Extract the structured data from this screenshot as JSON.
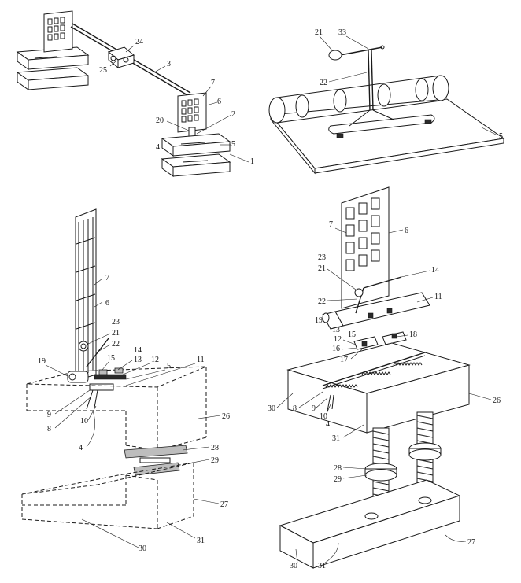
{
  "figures": [
    {
      "id": "fig-top-left",
      "labels": [
        "24",
        "25",
        "3",
        "7",
        "6",
        "2",
        "20",
        "4",
        "5",
        "1"
      ]
    },
    {
      "id": "fig-top-right",
      "labels": [
        "21",
        "33",
        "22",
        "5"
      ]
    },
    {
      "id": "fig-bottom-left",
      "labels": [
        "7",
        "6",
        "23",
        "21",
        "22",
        "19",
        "15",
        "14",
        "13",
        "12",
        "5",
        "11",
        "9",
        "8",
        "10",
        "4",
        "26",
        "28",
        "29",
        "27",
        "30",
        "31"
      ]
    },
    {
      "id": "fig-bottom-right",
      "labels": [
        "7",
        "6",
        "23",
        "21",
        "14",
        "22",
        "11",
        "19",
        "13",
        "15",
        "12",
        "18",
        "16",
        "17",
        "30",
        "8",
        "9",
        "10",
        "4",
        "26",
        "31",
        "28",
        "29",
        "27",
        "30",
        "31"
      ]
    }
  ]
}
